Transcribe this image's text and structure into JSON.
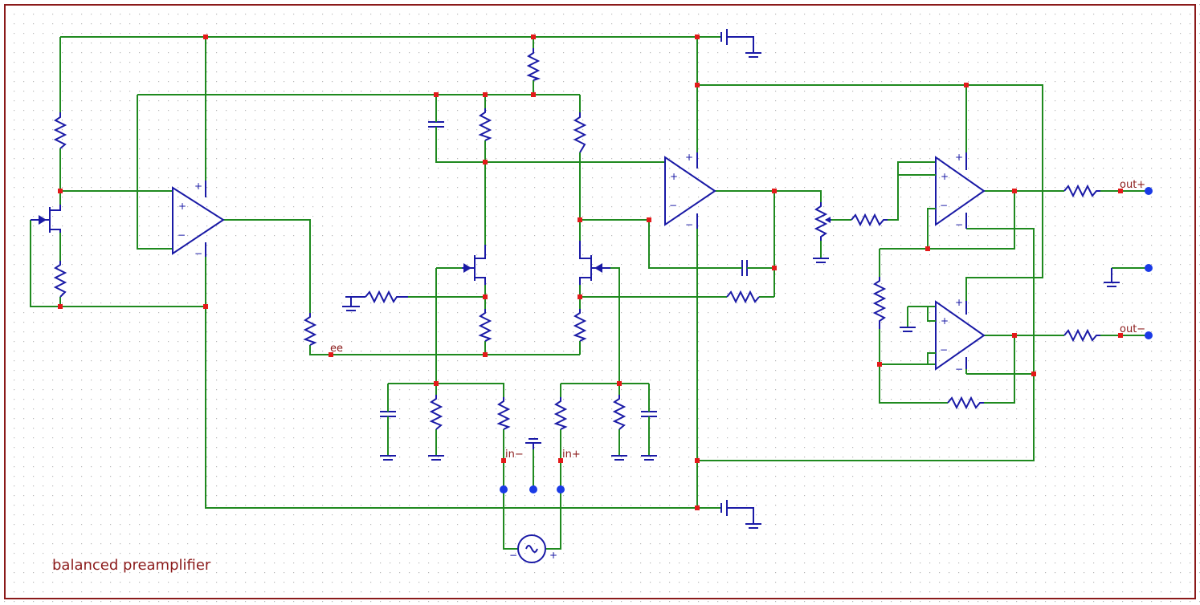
{
  "caption": "balanced preamplifier",
  "net_labels": {
    "vee": "ee",
    "in_minus": "in−",
    "in_plus": "in+",
    "out_plus": "out+",
    "out_minus": "out−"
  },
  "pin_signs": {
    "plus": "+",
    "minus": "−"
  },
  "colors": {
    "wire": "#1f8a1f",
    "component": "#1a1aa6",
    "junction": "#e31a1a",
    "port": "#1a3ae6",
    "text": "#8b1a1a",
    "border": "#8b1a1a",
    "grid_dot": "#b8b8b8"
  },
  "icons": {
    "resistor": "zigzag-resistor-icon",
    "capacitor": "capacitor-icon",
    "opamp": "op-amp-triangle-icon",
    "jfet": "jfet-transistor-icon",
    "ground": "ground-icon",
    "battery": "battery-icon",
    "source": "ac-source-icon",
    "potentiometer": "potentiometer-icon"
  }
}
